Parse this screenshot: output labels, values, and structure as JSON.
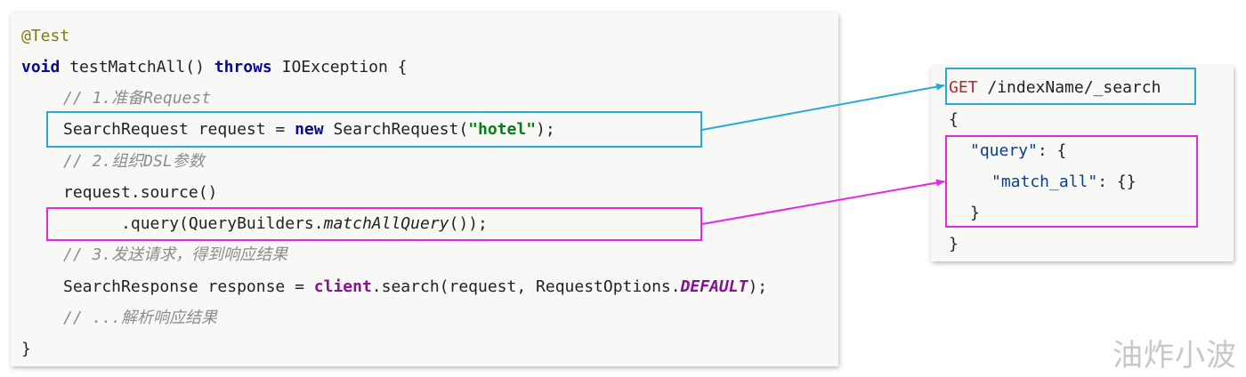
{
  "code": {
    "annotation": "@Test",
    "kw_void": "void",
    "method_sig": " testMatchAll() ",
    "kw_throws": "throws",
    "exception": " IOException {",
    "comment1": "// 1.准备Request",
    "req_decl": "SearchRequest request = ",
    "kw_new": "new",
    "req_ctor": " SearchRequest(",
    "index_str": "\"hotel\"",
    "req_end": ");",
    "comment2": "// 2.组织DSL参数",
    "source_call": "request.source()",
    "query_prefix": "      .query(QueryBuilders.",
    "query_method": "matchAllQuery",
    "query_suffix": "());",
    "comment3": "// 3.发送请求，得到响应结果",
    "resp_decl": "SearchResponse response = ",
    "client_field": "client",
    "search_call": ".search(request, RequestOptions.",
    "default_const": "DEFAULT",
    "resp_end": ");",
    "comment4": "// ...解析响应结果",
    "closing_brace": "}"
  },
  "dsl": {
    "method": "GET",
    "path": " /indexName/_search",
    "open_brace": "{",
    "query_key": "\"query\"",
    "query_colon": ": {",
    "match_all_key": "\"match_all\"",
    "match_all_value": ": {}",
    "inner_close": "}",
    "close_brace": "}"
  },
  "colors": {
    "highlight_request": "#2aa9d6",
    "highlight_query": "#e329e3"
  },
  "watermark": "油炸小波"
}
